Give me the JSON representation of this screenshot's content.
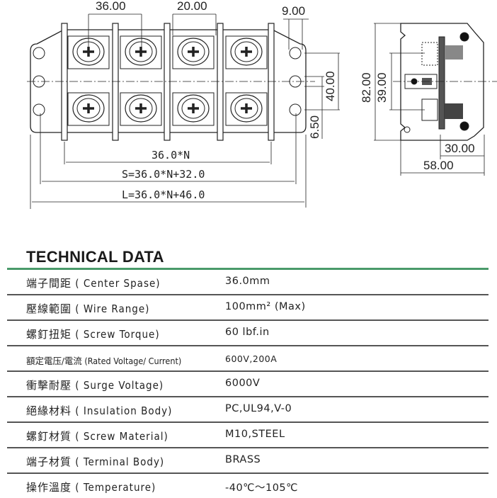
{
  "drawing": {
    "front_view": {
      "pitch": "36.00",
      "barrier_spacing": "20.00",
      "mount_offset": "9.00",
      "hole_spacing": "40.00",
      "hole_dia": "6.50",
      "span_n": "36.0*N",
      "span_s": "S=36.0*N+32.0",
      "span_l": "L=36.0*N+46.0"
    },
    "side_view": {
      "height": "82.00",
      "screw_spacing": "39.00",
      "rail_depth": "30.00",
      "depth": "58.00"
    }
  },
  "technical_data": {
    "title": "TECHNICAL DATA",
    "accent_color": "#4a9a6a",
    "rows": [
      {
        "label": "端子間距 ( Center Spase)",
        "value": "36.0mm"
      },
      {
        "label": "壓線範圍 ( Wire Range)",
        "value": "100mm² (Max)"
      },
      {
        "label": "螺釘扭矩 ( Screw Torque)",
        "value": "60 lbf.in"
      },
      {
        "label": "額定電压/電流 (Rated Voltage/ Current)",
        "value": "600V,200A"
      },
      {
        "label": "衝擊耐壓 ( Surge Voltage)",
        "value": "6000V"
      },
      {
        "label": "絕緣材料 ( Insulation Body)",
        "value": "PC,UL94,V-0"
      },
      {
        "label": "螺釘材質 ( Screw Material)",
        "value": "M10,STEEL"
      },
      {
        "label": "端子材質 ( Terminal Body)",
        "value": "BRASS"
      },
      {
        "label": "操作溫度 ( Temperature)",
        "value": "-40℃～105℃"
      }
    ]
  }
}
